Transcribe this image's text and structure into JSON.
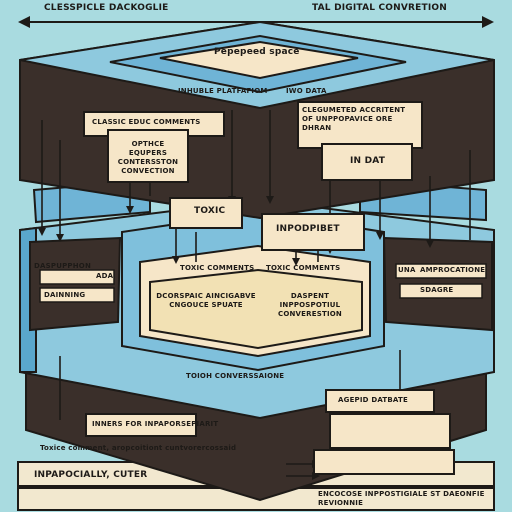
{
  "banner": {
    "top_left": "CLESSPICLE DACKOGLIE",
    "top_right": "TAL DIGITAL CONVRETION"
  },
  "top_layer": {
    "core": "Pepepeed space",
    "platform": "INHUBLE PLATFAFIOM",
    "data": "IWO DATA",
    "comments_box": "CLASSIC EDUC COMMENTS",
    "right_note": "CLEGUMETED ACCRITENT OF UNPPOPAVICE ORE DHRAN",
    "options": "OPTHCE EQUPERS CONTERSSTON CONVECTION",
    "in_dat": "IN DAT"
  },
  "middle_layer": {
    "toxic": "TOXIC",
    "inpod": "INPODPIBET",
    "toxic_comment": "TOXIC COMMENTS",
    "toxic_comment_2": "TOXIC COMMENTS",
    "left_title": "DASPUPPHON",
    "left_tag": "ADA",
    "left_box": "DAINNING",
    "right_tag": "UNA",
    "right_title": "AMPROCATIONE",
    "right_box": "SDAGRE",
    "center_left": "DCORSPAIC AINCIGABVE CNGOUCE SPUATE",
    "center_right": "DASPENT INPPOSPOTIUL CONVERESTION",
    "base": "TOIOH CONVERSSAIONE"
  },
  "bottom_layer": {
    "left_title": "INNERS FOR INPAPORSEPIARIT",
    "sub": "Toxice comment, aropcoitiont cuntvorercossaid",
    "right_title": "AGEPID DATBATE",
    "footer_left": "INPAPOCIALLY, CUTER",
    "footer_right": "ENCOCOSE INPPOSTIGIALE ST DAEONFIE REVIONNIE"
  },
  "colors": {
    "background": "#a9dbe0",
    "dark": "#3a2f2a",
    "cream": "#f6e6c8",
    "blue": "#6fb4d6",
    "line": "#1d1a17"
  }
}
